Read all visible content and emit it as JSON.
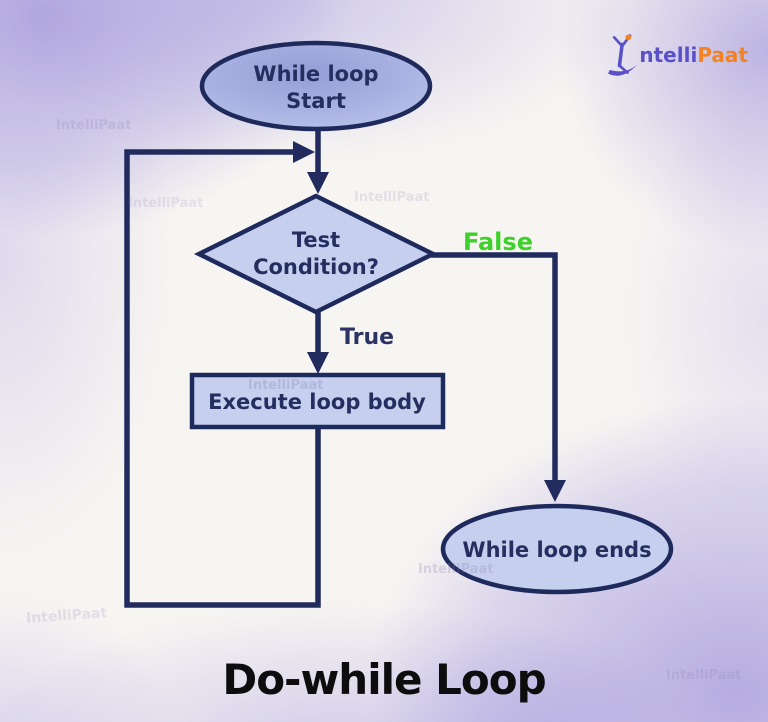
{
  "title": "Do-while Loop",
  "flowchart": {
    "start": {
      "line1": "While loop",
      "line2": "Start"
    },
    "decision": {
      "line1": "Test",
      "line2": "Condition?"
    },
    "process": {
      "label": "Execute loop body"
    },
    "end": {
      "label": "While loop ends"
    },
    "edges": {
      "true_label": "True",
      "false_label": "False"
    }
  },
  "logo": {
    "part1": "ntelli",
    "part2": "Paat"
  },
  "watermark": "IntelliPaat",
  "colors": {
    "line": "#212b5e",
    "node_fill": "#c6cfee",
    "node_border": "#1f2a5c",
    "node_text": "#262e60",
    "true_label": "#2b3364",
    "false_label": "#3ed02b",
    "title_text": "#0d0d0d",
    "logo_purple": "#5b50c8",
    "logo_orange": "#f58220",
    "background_purple": "#b2a9e3"
  }
}
